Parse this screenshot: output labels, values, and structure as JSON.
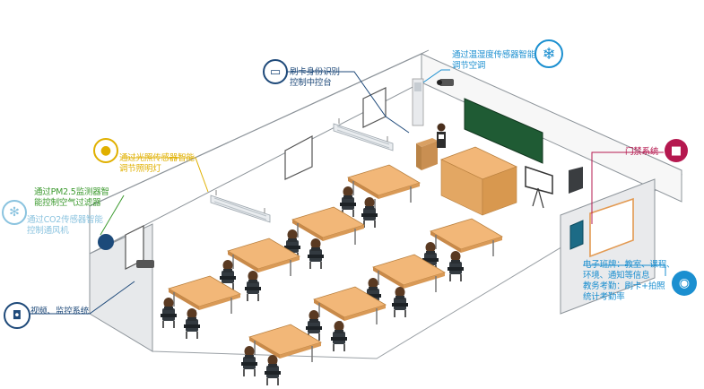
{
  "labels": {
    "access": "刷卡身份识别",
    "access2": "控制中控台",
    "ac": "通过温湿度传感器智能",
    "ac2": "调节空调",
    "light": "通过光照传感器智能",
    "light2": "调节照明灯",
    "pm1": "通过PM2.5监测器智",
    "pm2": "能控制空气过滤器",
    "co2a": "通过CO2传感器智能",
    "co2b": "控制通风机",
    "video": "视频、监控系统",
    "door": "门禁系统",
    "board1": "电子班牌：教室、课程、",
    "board2": "环境、通知等信息",
    "board3": "教务考勤：刷卡+拍照",
    "board4": "统计考勤率"
  },
  "colors": {
    "navy": "#1f4a7a",
    "blue": "#1b8fd0",
    "yellow": "#e0b000",
    "green": "#3c9a2f",
    "lightblue": "#8ac3df",
    "red": "#b5184f",
    "desk": "#f0b473",
    "chalkboard": "#1f5b34"
  },
  "icons": {
    "access": "id-card-reader-icon",
    "ac": "snowflake-icon",
    "light": "light-bulb-icon",
    "pm": "fan-icon",
    "video": "cctv-camera-icon",
    "door": "padlock-icon",
    "board": "eye-icon"
  }
}
